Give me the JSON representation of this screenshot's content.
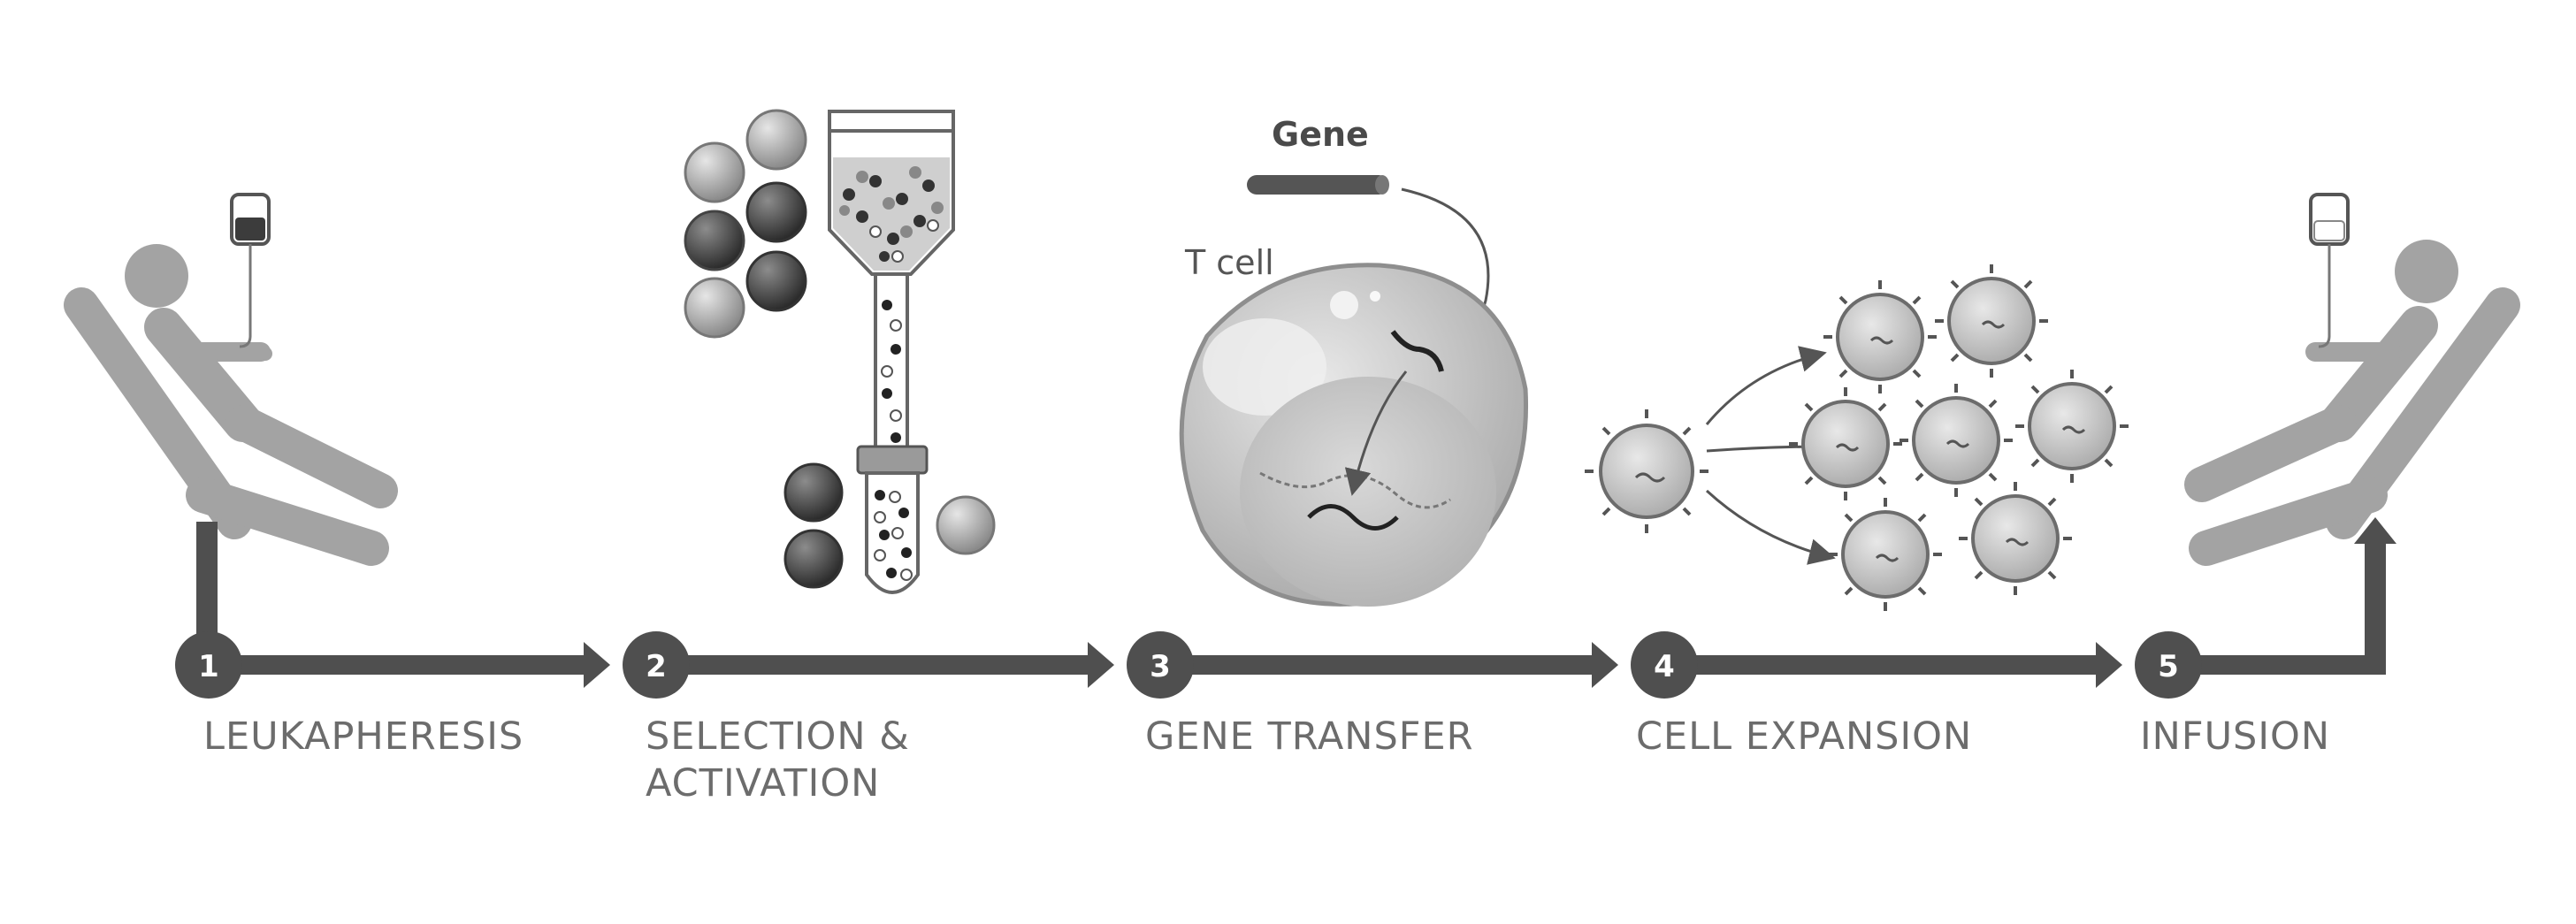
{
  "annotations": {
    "gene": "Gene",
    "t_cell": "T cell"
  },
  "steps": [
    {
      "number": "1",
      "label_line1": "LEUKAPHERESIS",
      "label_line2": ""
    },
    {
      "number": "2",
      "label_line1": "SELECTION &",
      "label_line2": "ACTIVATION"
    },
    {
      "number": "3",
      "label_line1": "GENE TRANSFER",
      "label_line2": ""
    },
    {
      "number": "4",
      "label_line1": "CELL EXPANSION",
      "label_line2": ""
    },
    {
      "number": "5",
      "label_line1": "INFUSION",
      "label_line2": ""
    }
  ],
  "icons": {
    "patient_left": "patient-in-chair-icon",
    "iv_bag": "iv-bag-icon",
    "column": "separation-column-icon",
    "t_cell": "t-cell-icon",
    "expanded_cells": "expanded-cells-icon",
    "patient_right": "patient-in-chair-icon"
  },
  "colors": {
    "arrow": "#4f4f4f",
    "label": "#6c6c6c",
    "figure": "#a3a3a3",
    "background": "#ffffff"
  }
}
